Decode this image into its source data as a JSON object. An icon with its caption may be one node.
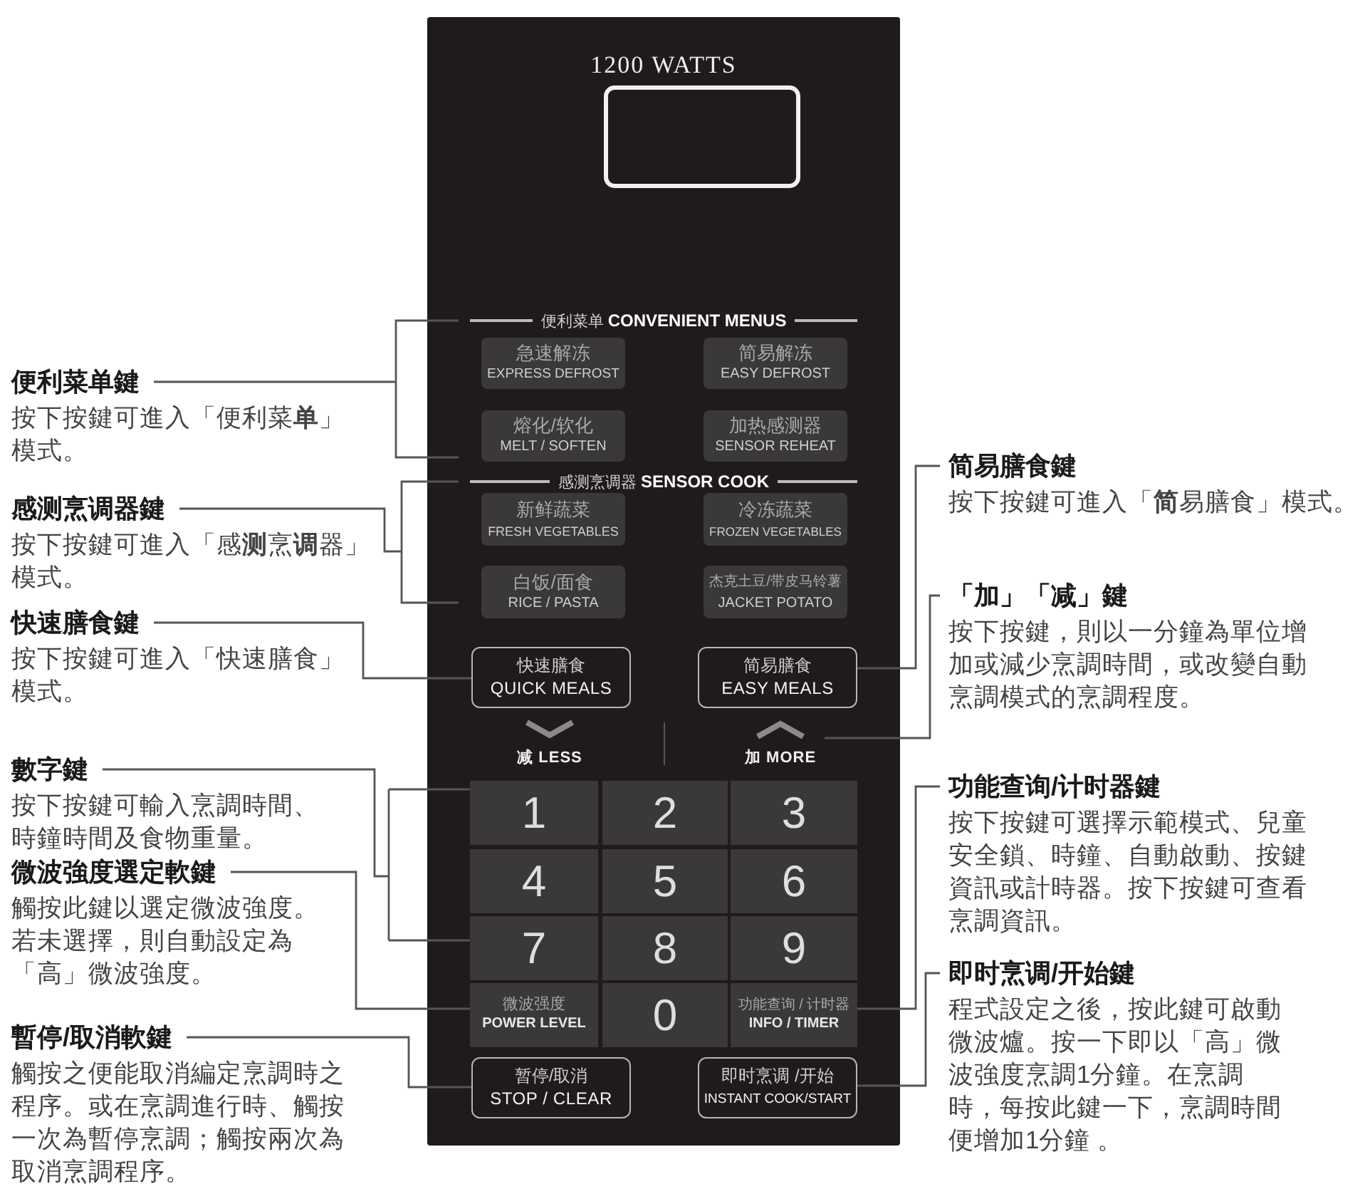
{
  "diagram": {
    "nodes": [
      {
        "text": [
          "1200 WATTS"
        ]
      },
      {
        "text": [
          "急速解冻",
          "EXPRESS DEFROST"
        ],
        "in": 0
      },
      {
        "text": [
          "简易解冻",
          "EASY DEFROST"
        ],
        "in": 0
      },
      {
        "text": [
          "熔化/软化",
          "MELT / SOFTEN"
        ],
        "in": 0
      },
      {
        "text": [
          "加热感测器",
          "SENSOR REHEAT"
        ],
        "in": 0
      },
      {
        "text": [
          "新鲜蔬菜",
          "FRESH VEGETABLES"
        ],
        "in": 0
      },
      {
        "text": [
          "冷冻蔬菜",
          "FROZEN VEGETABLES"
        ],
        "in": 0
      },
      {
        "text": [
          "白饭/面食",
          "RICE / PASTA"
        ],
        "in": 0
      },
      {
        "text": [
          "杰克土豆/带皮马铃薯",
          "JACKET POTATO"
        ],
        "in": 0
      },
      {
        "text": [
          "快速膳食",
          "QUICK MEALS"
        ],
        "in": 0
      },
      {
        "text": [
          "简易膳食",
          "EASY MEALS"
        ],
        "in": 0
      },
      {
        "text": [
          "减 LESS"
        ],
        "in": 0
      },
      {
        "text": [
          "加 MORE"
        ],
        "in": 0
      },
      {
        "text": [
          "1"
        ],
        "in": 0
      },
      {
        "text": [
          "2"
        ],
        "in": 0
      },
      {
        "text": [
          "3"
        ],
        "in": 0
      },
      {
        "text": [
          "4"
        ],
        "in": 0
      },
      {
        "text": [
          "5"
        ],
        "in": 0
      },
      {
        "text": [
          "6"
        ],
        "in": 0
      },
      {
        "text": [
          "7"
        ],
        "in": 0
      },
      {
        "text": [
          "8"
        ],
        "in": 0
      },
      {
        "text": [
          "9"
        ],
        "in": 0
      },
      {
        "text": [
          "微波强度",
          "POWER LEVEL"
        ],
        "in": 0
      },
      {
        "text": [
          "0"
        ],
        "in": 0
      },
      {
        "text": [
          "功能查询 / 计时器",
          "INFO / TIMER"
        ],
        "in": 0
      },
      {
        "text": [
          "暂停/取消",
          "STOP / CLEAR"
        ],
        "in": 0
      },
      {
        "text": [
          "即时烹调 /开始",
          "INSTANT COOK/START"
        ],
        "in": 0
      },
      {
        "text": [
          "便利菜单鍵",
          "按下按鍵可進入「便利菜**单**」模式。"
        ]
      },
      {
        "text": [
          "感测烹调器鍵",
          "按下按鍵可進入「感**测**烹**调**器」模式。"
        ]
      },
      {
        "text": [
          "快速膳食鍵",
          "按下按鍵可進入「快速膳食」模式。"
        ]
      },
      {
        "text": [
          "數字鍵",
          "按下按鍵可輸入烹調時間、時鐘時間及食物重量。"
        ]
      },
      {
        "text": [
          "微波強度選定軟鍵",
          "觸按此鍵以選定微波強度。若未選擇，則自動設定為「高」微波強度。"
        ]
      },
      {
        "text": [
          "暫停/取消軟鍵",
          "觸按之便能取消編定烹調時之程序。或在烹調進行時、觸按一次為暫停烹調；觸按兩次為取消烹調程序。"
        ]
      },
      {
        "text": [
          "简易膳食鍵",
          "按下按鍵可進入「**简**易膳食」模式。"
        ]
      },
      {
        "text": [
          "「加」「减」鍵",
          "按下按鍵，則以一分鐘為單位增加或減少烹調時間，或改變自動烹調模式的烹調程度。"
        ]
      },
      {
        "text": [
          "功能查询/计时器鍵",
          "按下按鍵可選擇示範模式、兒童安全鎖、時鐘、自動啟動、按鍵資訊或計時器。按下按鍵可查看烹調資訊。"
        ]
      },
      {
        "text": [
          "即时烹调/开始鍵",
          "程式設定之後，按此鍵可啟動微波爐。按一下即以「高」微波強度烹調1分鐘。在烹調時，每按此鍵一下，烹調時間便增加1分鐘 。"
        ]
      },
      {
        "text": [],
        "shape": "box",
        "in": 0
      }
    ],
    "edges": [
      {
        "from": 27,
        "to": null,
        "arrow": "none"
      },
      {
        "from": 28,
        "to": null,
        "arrow": "none"
      },
      {
        "from": 29,
        "to": 9,
        "arrow": "none"
      },
      {
        "from": 30,
        "to": 13,
        "arrow": "none"
      },
      {
        "from": 30,
        "to": 19,
        "arrow": "none"
      },
      {
        "from": 31,
        "to": 22,
        "arrow": "none"
      },
      {
        "from": 32,
        "to": 25,
        "arrow": "none"
      },
      {
        "from": 33,
        "to": 10,
        "arrow": "none"
      },
      {
        "from": 34,
        "to": 12,
        "arrow": "none"
      },
      {
        "from": 35,
        "to": 24,
        "arrow": "none"
      },
      {
        "from": 36,
        "to": 26,
        "arrow": "none"
      }
    ],
    "labels": [
      "便利菜单 **CONVENIENT MENUS**",
      "感测烹调器 **SENSOR COOK**"
    ]
  }
}
